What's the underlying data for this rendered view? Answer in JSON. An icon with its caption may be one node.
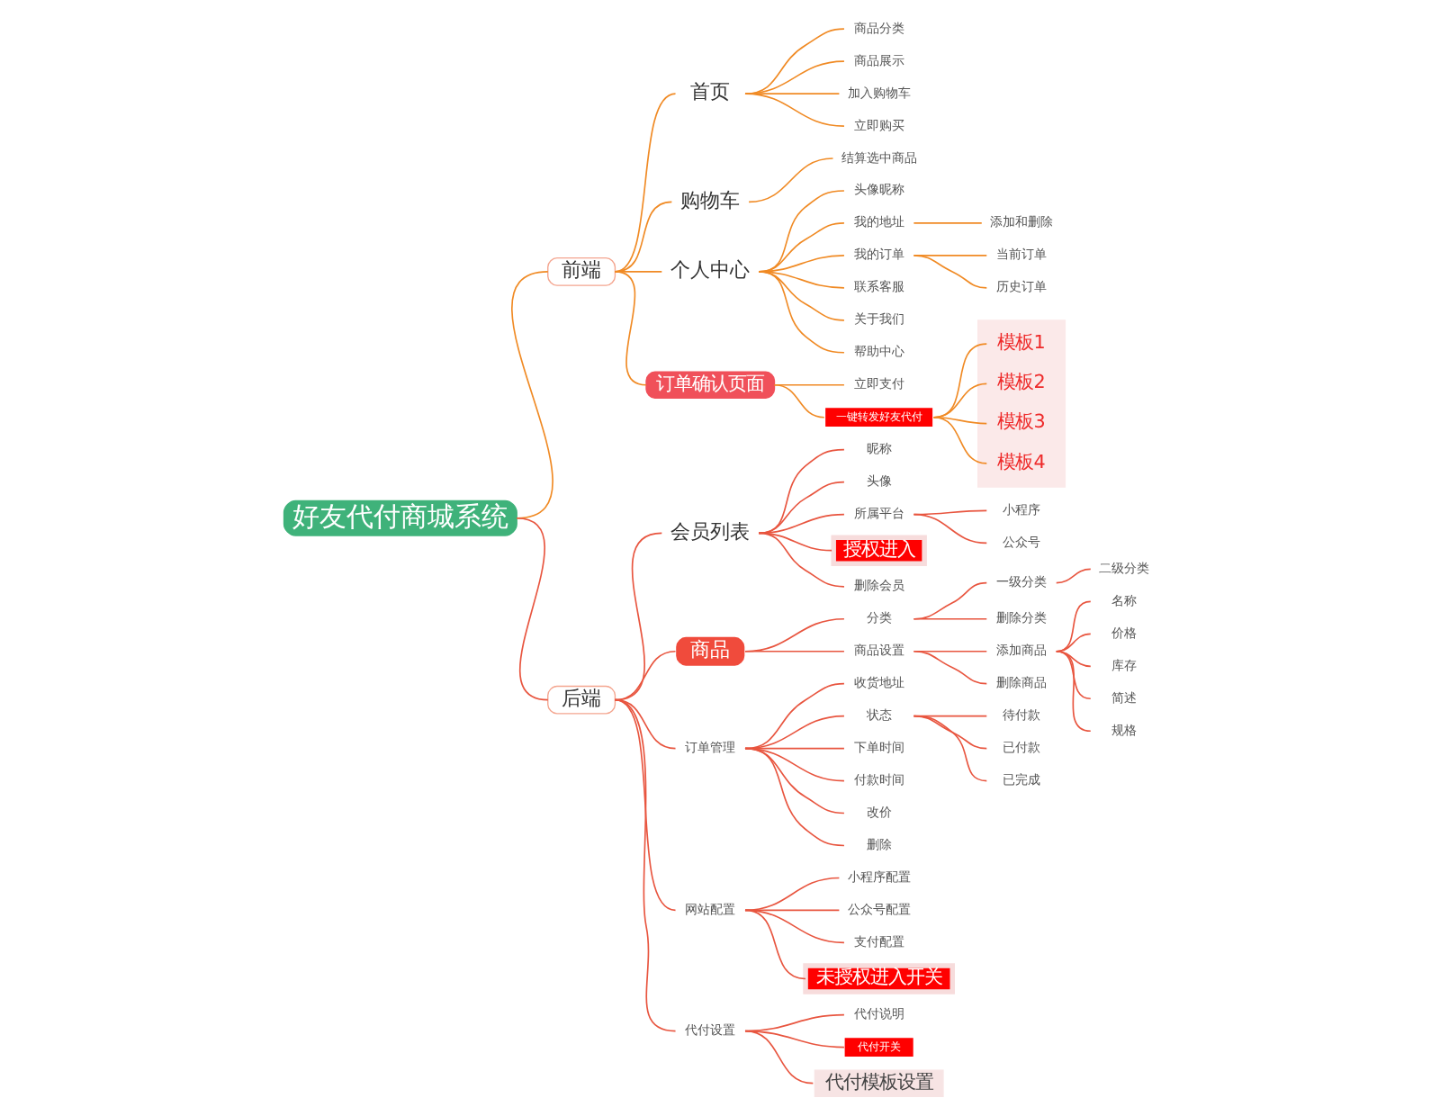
{
  "diagram": {
    "nodes": [
      {
        "text": [
          "好友代付商城系统"
        ]
      },
      {
        "text": [
          "前端"
        ]
      },
      {
        "text": [
          "首页"
        ]
      },
      {
        "text": [
          "商品分类"
        ]
      },
      {
        "text": [
          "商品展示"
        ]
      },
      {
        "text": [
          "加入购物车"
        ]
      },
      {
        "text": [
          "立即购买"
        ]
      },
      {
        "text": [
          "购物车"
        ]
      },
      {
        "text": [
          "结算选中商品"
        ]
      },
      {
        "text": [
          "个人中心"
        ]
      },
      {
        "text": [
          "头像昵称"
        ]
      },
      {
        "text": [
          "我的地址"
        ]
      },
      {
        "text": [
          "添加和删除"
        ]
      },
      {
        "text": [
          "我的订单"
        ]
      },
      {
        "text": [
          "当前订单"
        ]
      },
      {
        "text": [
          "历史订单"
        ]
      },
      {
        "text": [
          "联系客服"
        ]
      },
      {
        "text": [
          "关于我们"
        ]
      },
      {
        "text": [
          "帮助中心"
        ]
      },
      {
        "text": [
          "订单确认页面"
        ]
      },
      {
        "text": [
          "立即支付"
        ]
      },
      {
        "text": [
          "一键转发好友代付"
        ]
      },
      {
        "text": [],
        "shape": "box"
      },
      {
        "text": [
          "模板1"
        ],
        "in": 22
      },
      {
        "text": [
          "模板2"
        ],
        "in": 22
      },
      {
        "text": [
          "模板3"
        ],
        "in": 22
      },
      {
        "text": [
          "模板4"
        ],
        "in": 22
      },
      {
        "text": [
          "后端"
        ]
      },
      {
        "text": [
          "会员列表"
        ]
      },
      {
        "text": [
          "昵称"
        ]
      },
      {
        "text": [
          "头像"
        ]
      },
      {
        "text": [
          "所属平台"
        ]
      },
      {
        "text": [
          "小程序"
        ]
      },
      {
        "text": [
          "公众号"
        ]
      },
      {
        "text": [
          "授权进入"
        ]
      },
      {
        "text": [
          "删除会员"
        ]
      },
      {
        "text": [
          "商品"
        ]
      },
      {
        "text": [
          "分类"
        ]
      },
      {
        "text": [
          "一级分类"
        ]
      },
      {
        "text": [
          "二级分类"
        ]
      },
      {
        "text": [
          "删除分类"
        ]
      },
      {
        "text": [
          "商品设置"
        ]
      },
      {
        "text": [
          "添加商品"
        ]
      },
      {
        "text": [
          "名称"
        ]
      },
      {
        "text": [
          "价格"
        ]
      },
      {
        "text": [
          "库存"
        ]
      },
      {
        "text": [
          "简述"
        ]
      },
      {
        "text": [
          "规格"
        ]
      },
      {
        "text": [
          "删除商品"
        ]
      },
      {
        "text": [
          "订单管理"
        ]
      },
      {
        "text": [
          "收货地址"
        ]
      },
      {
        "text": [
          "状态"
        ]
      },
      {
        "text": [
          "待付款"
        ]
      },
      {
        "text": [
          "已付款"
        ]
      },
      {
        "text": [
          "已完成"
        ]
      },
      {
        "text": [
          "下单时间"
        ]
      },
      {
        "text": [
          "付款时间"
        ]
      },
      {
        "text": [
          "改价"
        ]
      },
      {
        "text": [
          "删除"
        ]
      },
      {
        "text": [
          "网站配置"
        ]
      },
      {
        "text": [
          "小程序配置"
        ]
      },
      {
        "text": [
          "公众号配置"
        ]
      },
      {
        "text": [
          "支付配置"
        ]
      },
      {
        "text": [
          "未授权进入开关"
        ]
      },
      {
        "text": [
          "代付设置"
        ]
      },
      {
        "text": [
          "代付说明"
        ]
      },
      {
        "text": [
          "代付开关"
        ]
      },
      {
        "text": [
          "代付模板设置"
        ]
      }
    ],
    "edges": [
      {
        "from": 0,
        "to": 1,
        "arrow": "none",
        "color": "#f08a24"
      },
      {
        "from": 1,
        "to": 2,
        "arrow": "none",
        "color": "#f08a24"
      },
      {
        "from": 2,
        "to": 3,
        "arrow": "none",
        "color": "#f08a24"
      },
      {
        "from": 2,
        "to": 4,
        "arrow": "none",
        "color": "#f08a24"
      },
      {
        "from": 2,
        "to": 5,
        "arrow": "none",
        "color": "#f08a24"
      },
      {
        "from": 2,
        "to": 6,
        "arrow": "none",
        "color": "#f08a24"
      },
      {
        "from": 1,
        "to": 7,
        "arrow": "none",
        "color": "#f08a24"
      },
      {
        "from": 7,
        "to": 8,
        "arrow": "none",
        "color": "#f08a24"
      },
      {
        "from": 1,
        "to": 9,
        "arrow": "none",
        "color": "#f08a24"
      },
      {
        "from": 9,
        "to": 10,
        "arrow": "none",
        "color": "#f08a24"
      },
      {
        "from": 9,
        "to": 11,
        "arrow": "none",
        "color": "#f08a24"
      },
      {
        "from": 11,
        "to": 12,
        "arrow": "none",
        "color": "#f08a24"
      },
      {
        "from": 9,
        "to": 13,
        "arrow": "none",
        "color": "#f08a24"
      },
      {
        "from": 13,
        "to": 14,
        "arrow": "none",
        "color": "#f08a24"
      },
      {
        "from": 13,
        "to": 15,
        "arrow": "none",
        "color": "#f08a24"
      },
      {
        "from": 9,
        "to": 16,
        "arrow": "none",
        "color": "#f08a24"
      },
      {
        "from": 9,
        "to": 17,
        "arrow": "none",
        "color": "#f08a24"
      },
      {
        "from": 9,
        "to": 18,
        "arrow": "none",
        "color": "#f08a24"
      },
      {
        "from": 1,
        "to": 19,
        "arrow": "none",
        "color": "#f08a24"
      },
      {
        "from": 19,
        "to": 20,
        "arrow": "none",
        "color": "#f08a24"
      },
      {
        "from": 19,
        "to": 21,
        "arrow": "none",
        "color": "#f08a24"
      },
      {
        "from": 21,
        "to": 23,
        "arrow": "none",
        "color": "#f08a24"
      },
      {
        "from": 21,
        "to": 24,
        "arrow": "none",
        "color": "#f08a24"
      },
      {
        "from": 21,
        "to": 25,
        "arrow": "none",
        "color": "#f08a24"
      },
      {
        "from": 21,
        "to": 26,
        "arrow": "none",
        "color": "#f08a24"
      },
      {
        "from": 0,
        "to": 27,
        "arrow": "none"
      },
      {
        "from": 27,
        "to": 28,
        "arrow": "none"
      },
      {
        "from": 28,
        "to": 29,
        "arrow": "none"
      },
      {
        "from": 28,
        "to": 30,
        "arrow": "none"
      },
      {
        "from": 28,
        "to": 31,
        "arrow": "none"
      },
      {
        "from": 31,
        "to": 32,
        "arrow": "none"
      },
      {
        "from": 31,
        "to": 33,
        "arrow": "none"
      },
      {
        "from": 28,
        "to": 34,
        "arrow": "none"
      },
      {
        "from": 28,
        "to": 35,
        "arrow": "none"
      },
      {
        "from": 27,
        "to": 36,
        "arrow": "none"
      },
      {
        "from": 36,
        "to": 37,
        "arrow": "none"
      },
      {
        "from": 37,
        "to": 38,
        "arrow": "none"
      },
      {
        "from": 38,
        "to": 39,
        "arrow": "none"
      },
      {
        "from": 37,
        "to": 40,
        "arrow": "none"
      },
      {
        "from": 36,
        "to": 41,
        "arrow": "none"
      },
      {
        "from": 41,
        "to": 42,
        "arrow": "none"
      },
      {
        "from": 42,
        "to": 43,
        "arrow": "none"
      },
      {
        "from": 42,
        "to": 44,
        "arrow": "none"
      },
      {
        "from": 42,
        "to": 45,
        "arrow": "none"
      },
      {
        "from": 42,
        "to": 46,
        "arrow": "none"
      },
      {
        "from": 42,
        "to": 47,
        "arrow": "none"
      },
      {
        "from": 41,
        "to": 48,
        "arrow": "none"
      },
      {
        "from": 27,
        "to": 49,
        "arrow": "none"
      },
      {
        "from": 49,
        "to": 50,
        "arrow": "none"
      },
      {
        "from": 49,
        "to": 51,
        "arrow": "none"
      },
      {
        "from": 51,
        "to": 52,
        "arrow": "none"
      },
      {
        "from": 51,
        "to": 53,
        "arrow": "none"
      },
      {
        "from": 51,
        "to": 54,
        "arrow": "none"
      },
      {
        "from": 49,
        "to": 55,
        "arrow": "none"
      },
      {
        "from": 49,
        "to": 56,
        "arrow": "none"
      },
      {
        "from": 49,
        "to": 57,
        "arrow": "none"
      },
      {
        "from": 49,
        "to": 58,
        "arrow": "none"
      },
      {
        "from": 27,
        "to": 59,
        "arrow": "none"
      },
      {
        "from": 59,
        "to": 60,
        "arrow": "none"
      },
      {
        "from": 59,
        "to": 61,
        "arrow": "none"
      },
      {
        "from": 59,
        "to": 62,
        "arrow": "none"
      },
      {
        "from": 59,
        "to": 63,
        "arrow": "none"
      },
      {
        "from": 27,
        "to": 64,
        "arrow": "none"
      },
      {
        "from": 64,
        "to": 65,
        "arrow": "none"
      },
      {
        "from": 64,
        "to": 66,
        "arrow": "none"
      },
      {
        "from": 64,
        "to": 67,
        "arrow": "none"
      }
    ]
  }
}
